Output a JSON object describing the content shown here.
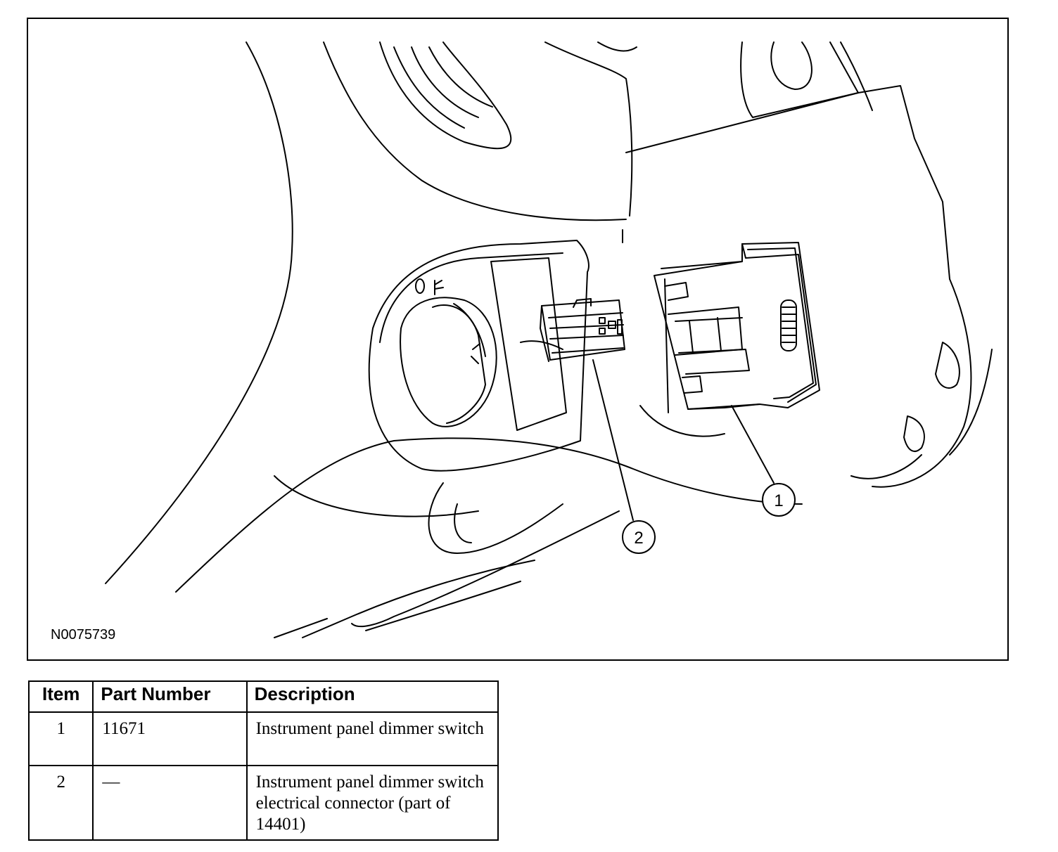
{
  "figure": {
    "id": "N0075739",
    "callouts": [
      {
        "number": "1"
      },
      {
        "number": "2"
      }
    ]
  },
  "table": {
    "headers": [
      "Item",
      "Part Number",
      "Description"
    ],
    "rows": [
      {
        "item": "1",
        "part_number": "11671",
        "description": "Instrument panel dimmer switch"
      },
      {
        "item": "2",
        "part_number": "—",
        "description": "Instrument panel dimmer switch electrical connector (part of 14401)"
      }
    ]
  }
}
